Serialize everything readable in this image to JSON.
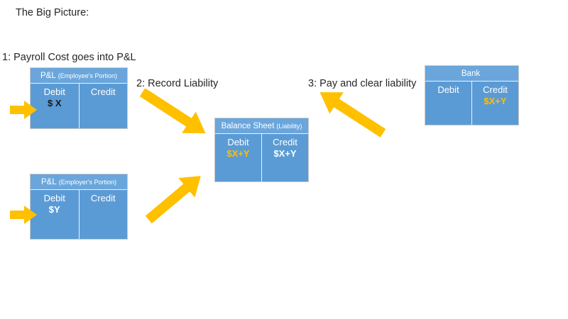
{
  "slide": {
    "title": "The Big Picture:"
  },
  "steps": [
    {
      "id": "step1",
      "label": "1: Payroll Cost goes into P&L"
    },
    {
      "id": "step2",
      "label": "2: Record Liability"
    },
    {
      "id": "step3",
      "label": "3: Pay and clear liability"
    }
  ],
  "colors": {
    "box_fill": "#5B9BD5",
    "box_header_fill": "#6AA6DB",
    "arrow": "#FFC000",
    "highlight_text": "#FFC000",
    "label_text": "#262626",
    "box_text": "#FFFFFF"
  },
  "t_accounts": [
    {
      "name": "pl-employee",
      "header_main": "P&L",
      "header_sub": "(Employee's Portion)",
      "columns": [
        {
          "title": "Debit",
          "value": "$ X",
          "value_color": "dark"
        },
        {
          "title": "Credit",
          "value": "",
          "value_color": "white"
        }
      ]
    },
    {
      "name": "pl-employer",
      "header_main": "P&L",
      "header_sub": "(Employer's Portion)",
      "columns": [
        {
          "title": "Debit",
          "value": "$Y",
          "value_color": "white"
        },
        {
          "title": "Credit",
          "value": "",
          "value_color": "white"
        }
      ]
    },
    {
      "name": "balance-sheet",
      "header_main": "Balance Sheet",
      "header_sub": "(Liability)",
      "columns": [
        {
          "title": "Debit",
          "value": "$X+Y",
          "value_color": "orange"
        },
        {
          "title": "Credit",
          "value": "$X+Y",
          "value_color": "white"
        }
      ]
    },
    {
      "name": "bank",
      "header_main": "Bank",
      "header_sub": "",
      "columns": [
        {
          "title": "Debit",
          "value": "",
          "value_color": "white"
        },
        {
          "title": "Credit",
          "value": "$X+Y",
          "value_color": "orange"
        }
      ]
    }
  ],
  "arrows": [
    {
      "name": "arrow-into-pl-employee",
      "direction": "right"
    },
    {
      "name": "arrow-into-pl-employer",
      "direction": "right"
    },
    {
      "name": "arrow-record-liability-from-employee",
      "direction": "down-right"
    },
    {
      "name": "arrow-record-liability-from-employer",
      "direction": "up-right"
    },
    {
      "name": "arrow-pay-clear-liability",
      "direction": "down-left"
    }
  ]
}
